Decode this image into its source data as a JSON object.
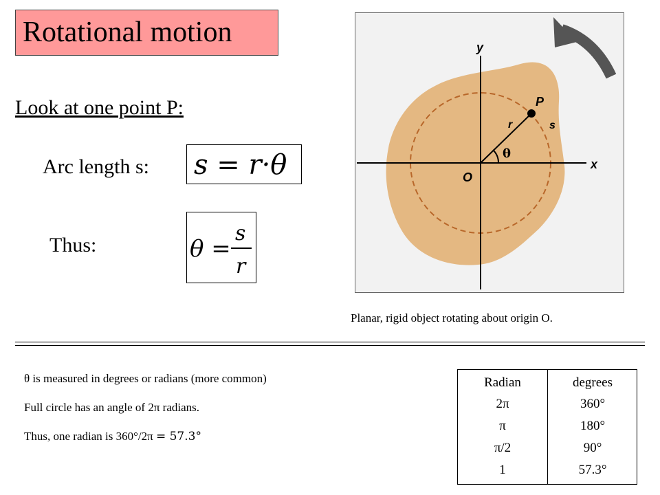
{
  "title": "Rotational motion",
  "subheading": "Look at one point P:",
  "arc_length_label": "Arc length s:",
  "thus_label": "Thus:",
  "equations": {
    "arc_length": "s = r·θ",
    "theta": {
      "lhs": "θ =",
      "numerator": "s",
      "denominator": "r"
    }
  },
  "figure": {
    "labels": {
      "y_axis": "y",
      "x_axis": "x",
      "origin": "O",
      "point": "P",
      "radius": "r",
      "arc": "s",
      "angle": "θ"
    },
    "colors": {
      "body": "#e4b882",
      "dashed_circle": "#b8672a",
      "arrow": "#555555",
      "background": "#f2f2f2"
    }
  },
  "caption": "Planar, rigid object rotating about origin O.",
  "notes": [
    {
      "symbol": "θ",
      "text": " is measured in degrees or radians (more common)"
    },
    {
      "text": "Full circle has an angle of 2π radians."
    },
    {
      "text_before": "Thus, one radian is 360°/2π ",
      "text_after": "= 57.3°"
    }
  ],
  "conversion_table": {
    "headers": [
      "Radian",
      "degrees"
    ],
    "rows": [
      [
        "2π",
        "360°"
      ],
      [
        "π",
        "180°"
      ],
      [
        "π/2",
        "90°"
      ],
      [
        "1",
        "57.3°"
      ]
    ]
  }
}
